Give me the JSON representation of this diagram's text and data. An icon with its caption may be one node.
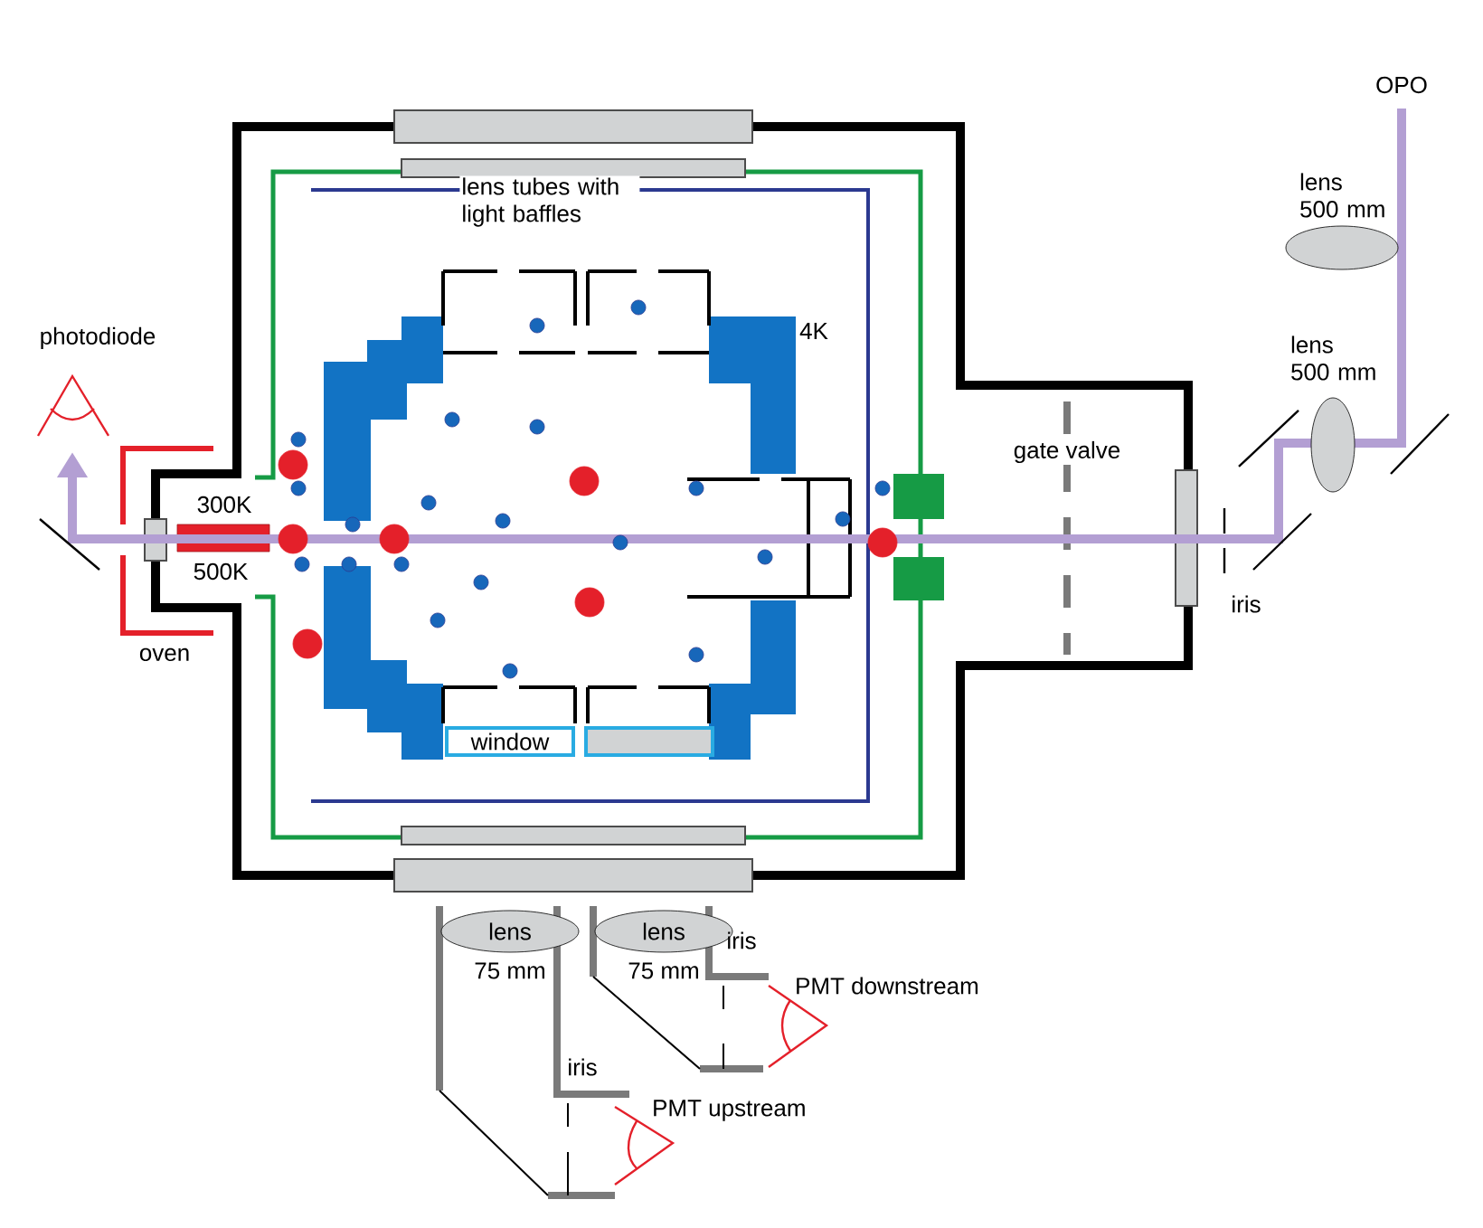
{
  "diagram": {
    "nodes": [
      {
        "text": [
          "window"
        ]
      },
      {
        "text": [],
        "shape": "box"
      },
      {
        "text": [
          "lens"
        ],
        "beside": [
          "75 mm"
        ]
      },
      {
        "text": [
          "lens"
        ],
        "beside": [
          "75 mm"
        ]
      }
    ],
    "labels": [
      "OPO",
      "lens 500 mm",
      "lens tubes with light baffles",
      "4K",
      "photodiode",
      "lens 500 mm",
      "gate valve",
      "300K",
      "500K",
      "iris",
      "oven",
      "iris",
      "PMT downstream",
      "iris",
      "PMT upstream"
    ]
  }
}
